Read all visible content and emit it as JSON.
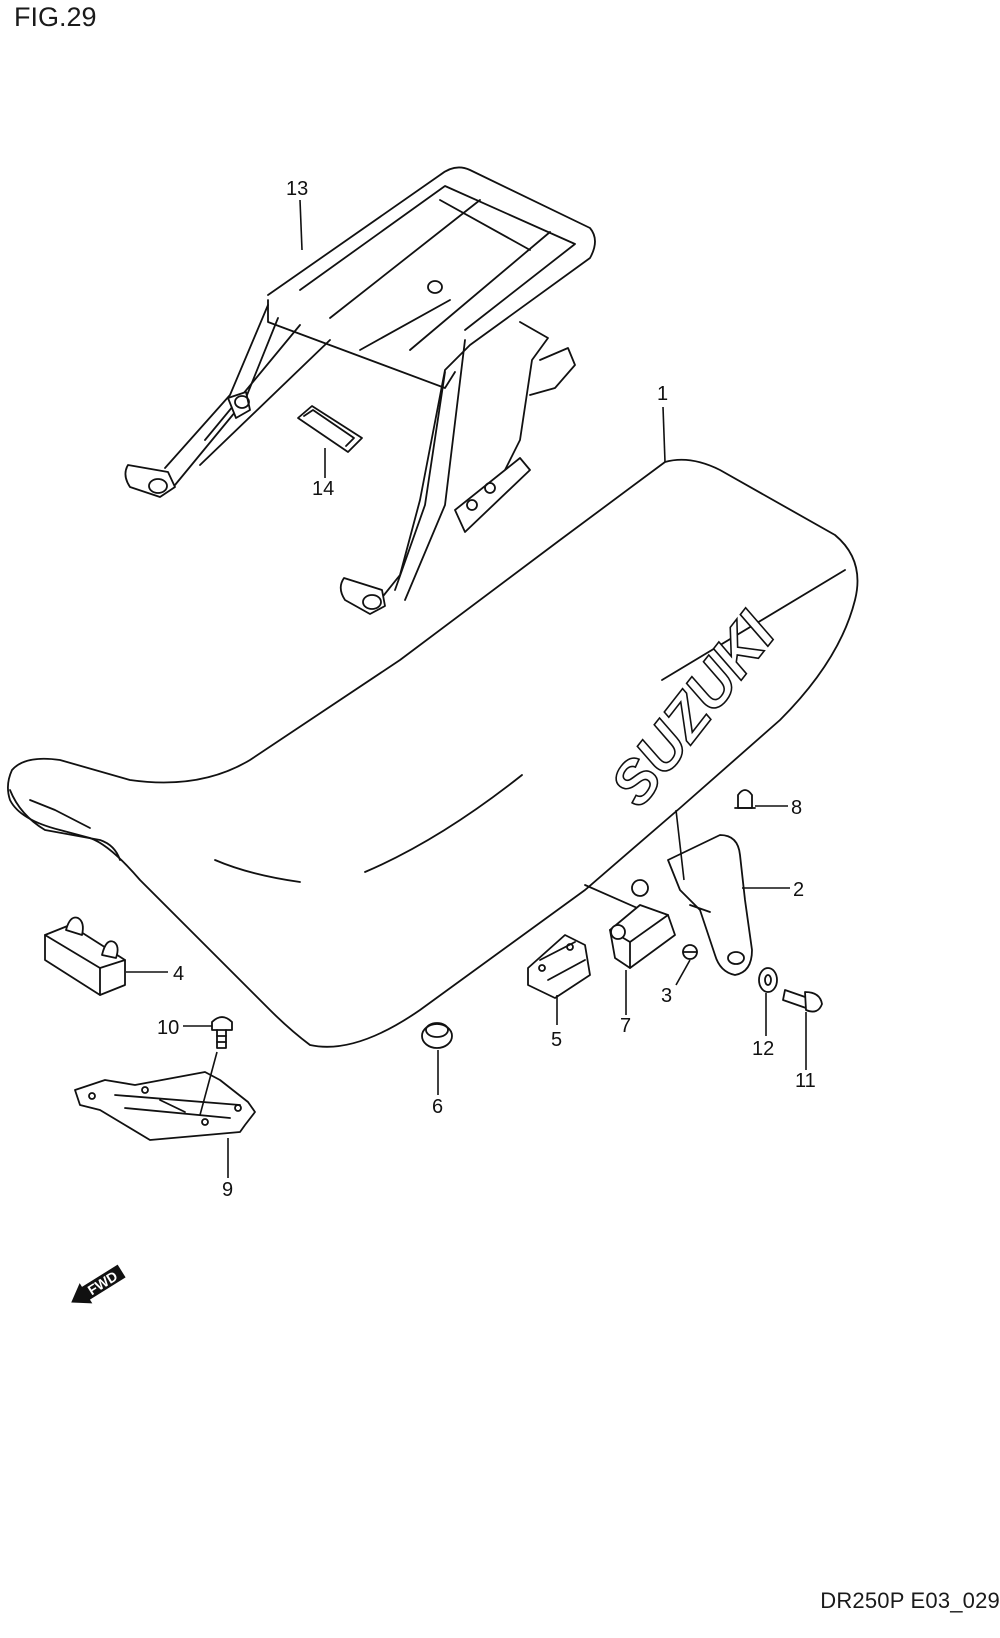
{
  "figure_title": "FIG.29",
  "drawing_code": "DR250P E03_029",
  "seat_brand": "SUZUKI",
  "fwd_label": "FWD",
  "callouts": {
    "c1": "1",
    "c2": "2",
    "c3": "3",
    "c4": "4",
    "c5": "5",
    "c6": "6",
    "c7": "7",
    "c8": "8",
    "c9": "9",
    "c10": "10",
    "c11": "11",
    "c12": "12",
    "c13": "13",
    "c14": "14"
  }
}
